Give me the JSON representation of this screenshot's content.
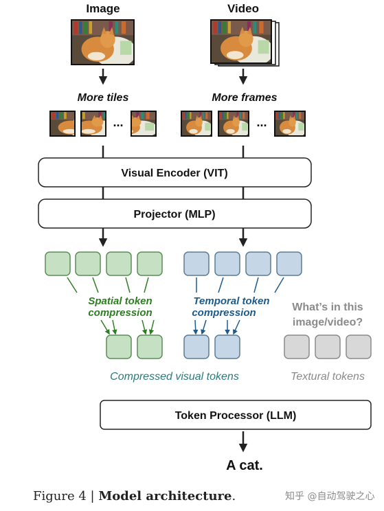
{
  "labels": {
    "image": "Image",
    "video": "Video",
    "more_tiles": "More tiles",
    "more_frames": "More frames",
    "ellipsis": "...",
    "visual_encoder": "Visual Encoder (VIT)",
    "projector": "Projector (MLP)",
    "spatial_1": "Spatial token",
    "spatial_2": "compression",
    "temporal_1": "Temporal token",
    "temporal_2": "compression",
    "question_1": "What’s in this",
    "question_2": "image/video?",
    "compressed": "Compressed visual tokens",
    "textural": "Textural tokens",
    "token_processor": "Token Processor (LLM)",
    "output": "A cat."
  },
  "caption": {
    "prefix": "Figure 4 | ",
    "title": "Model architecture",
    "suffix": "."
  },
  "watermark": "知乎 @自动驾驶之心",
  "colors": {
    "green_fill": "#c6e0c4",
    "green_stroke": "#5b8c57",
    "green_text": "#2e7d22",
    "blue_fill": "#c5d7e6",
    "blue_stroke": "#5d7b94",
    "blue_text": "#1e5a8a",
    "gray_fill": "#d8d8d8",
    "teal_text": "#2a7a7a",
    "gray_text": "#8a8a8a"
  }
}
